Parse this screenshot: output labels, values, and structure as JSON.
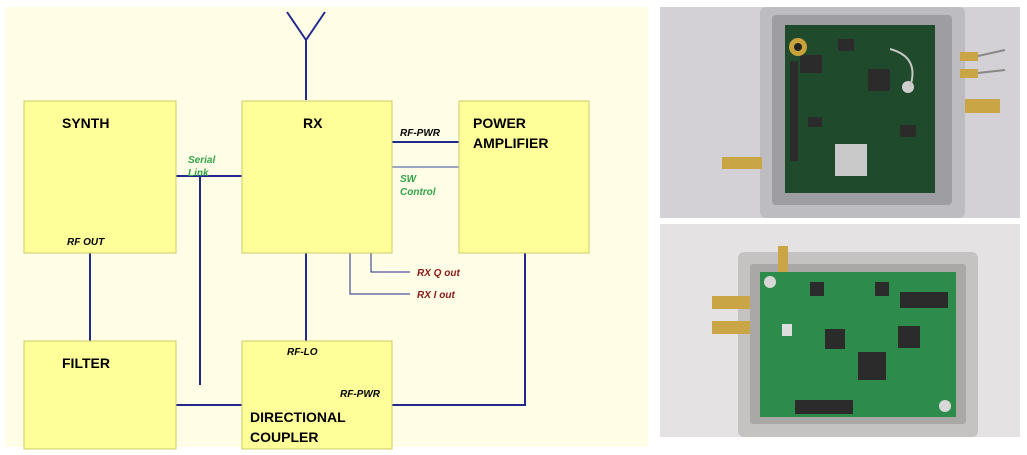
{
  "diagram": {
    "blocks": {
      "synth": "SYNTH",
      "rx": "RX",
      "power_amplifier_line1": "POWER",
      "power_amplifier_line2": "AMPLIFIER",
      "filter": "FILTER",
      "coupler_line1": "DIRECTIONAL",
      "coupler_line2": "COUPLER"
    },
    "port_labels": {
      "rf_out": "RF OUT",
      "rf_pwr_pa": "RF-PWR",
      "rf_lo": "RF-LO",
      "rf_pwr_coupler": "RF-PWR"
    },
    "link_labels": {
      "serial_line1": "Serial",
      "serial_line2": "Link",
      "sw_line1": "SW",
      "sw_line2": "Control"
    },
    "output_labels": {
      "rx_q": "RX Q out",
      "rx_i": "RX I out"
    },
    "colors": {
      "background": "#fffde6",
      "block_fill": "#ffff99",
      "block_border": "#cccc66",
      "wire": "#1f2a8c",
      "link_label": "#33a44a",
      "output_label": "#8b1a1a"
    }
  },
  "photos": [
    {
      "name": "pcb-photo-top",
      "subject": "shielded RF module, top view"
    },
    {
      "name": "pcb-photo-bottom",
      "subject": "shielded RF module, alternate view"
    }
  ]
}
